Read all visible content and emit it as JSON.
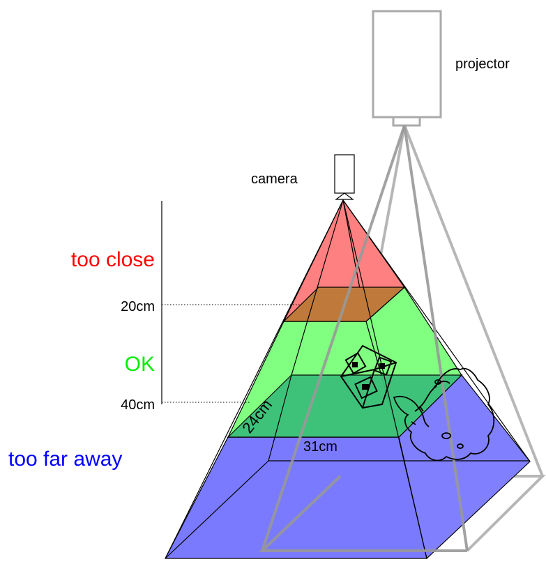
{
  "labels": {
    "projector": "projector",
    "camera": "camera",
    "too_close": "too close",
    "mark_20": "20cm",
    "ok": "OK",
    "mark_40": "40cm",
    "too_far": "too far away",
    "width_24": "24cm",
    "width_31": "31cm"
  },
  "colors": {
    "too_close": "#ff0000",
    "ok": "#00ee00",
    "too_far": "#0000ff",
    "red_zone_fill": "#ff8080",
    "green_zone_fill": "#80ff80",
    "blue_zone_fill": "#8080ff",
    "projector_gray": "#aaaaaa"
  },
  "icons": {
    "marker_cube": "fiducial-cube-icon",
    "plant": "plant-outline-icon"
  }
}
